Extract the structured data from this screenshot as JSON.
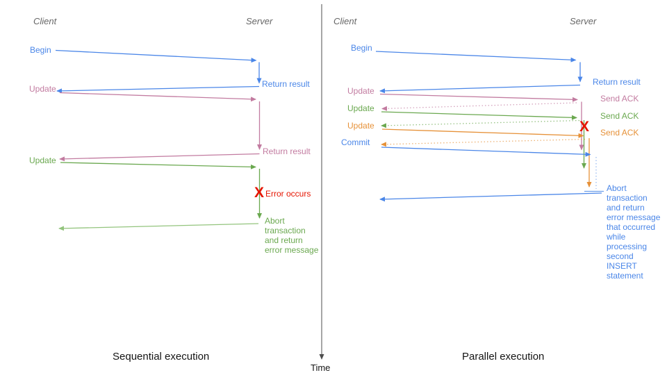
{
  "colors": {
    "blue": "#4a86e8",
    "lblue": "#6d9eeb",
    "pink": "#c27ba0",
    "green": "#6aa84f",
    "lgreen": "#93c47d",
    "orange": "#e69138",
    "red": "#e51400",
    "gray": "#666666",
    "axis": "#4d4d4d",
    "ink": "#141414"
  },
  "time_axis": {
    "label": "Time"
  },
  "left": {
    "title": "Sequential execution",
    "client_header": "Client",
    "server_header": "Server",
    "labels": {
      "begin": "Begin",
      "return_result_1": "Return result",
      "update_1": "Update",
      "return_result_2": "Return result",
      "update_2": "Update",
      "error_mark": "X",
      "error_text": "Error occurs",
      "abort_note": "Abort\ntransaction\nand return\nerror message"
    }
  },
  "right": {
    "title": "Parallel execution",
    "client_header": "Client",
    "server_header": "Server",
    "labels": {
      "begin": "Begin",
      "return_result": "Return result",
      "update_1": "Update",
      "send_ack_1": "Send ACK",
      "update_2": "Update",
      "send_ack_2": "Send ACK",
      "update_3": "Update",
      "send_ack_3": "Send ACK",
      "commit": "Commit",
      "error_mark": "X",
      "abort_note": "Abort\ntransaction\nand return\nerror message\nthat occurred\nwhile\nprocessing\nsecond\nINSERT\nstatement"
    }
  }
}
